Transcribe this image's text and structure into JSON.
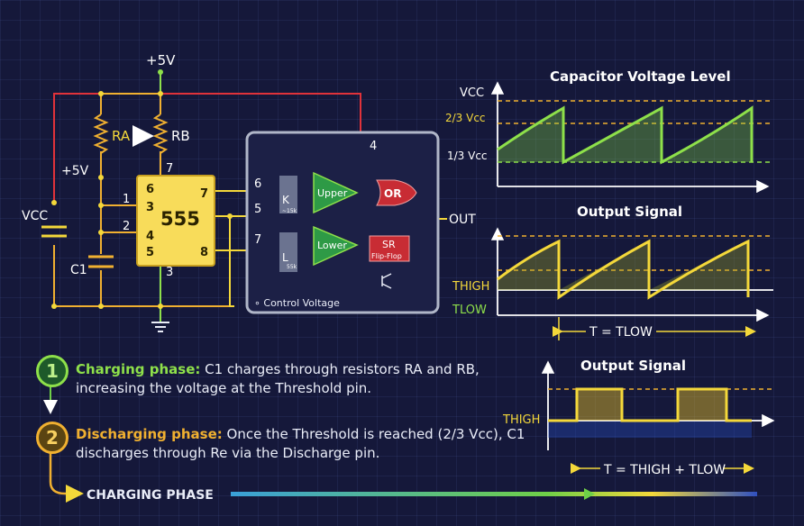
{
  "circuit": {
    "supply_label": "+5V",
    "vcc_left_label": "VCC",
    "plus5_left_label": "+5V",
    "ra_label": "RA",
    "rb_label": "RB",
    "c1_label": "C1",
    "chip_label": "555",
    "pins": {
      "p6": "6",
      "p7": "7",
      "p3": "3",
      "p4": "4",
      "p5": "5",
      "p8": "8",
      "p1": "1",
      "p2": "2",
      "p3b": "3",
      "out6": "6",
      "out5": "5",
      "out7": "7",
      "top4": "4"
    },
    "block": {
      "upper": "Upper",
      "lower": "Lower",
      "or": "OR",
      "sr_line1": "SR",
      "sr_line2": "Flip-Flop",
      "k_label": "K",
      "k_sub": "~15k",
      "l_label": "L",
      "l_sub": "55k",
      "control_voltage": "∘ Control Voltage"
    },
    "out_label": "OUT"
  },
  "graph1": {
    "title": "Capacitor Voltage Level",
    "vcc": "VCC",
    "two_thirds": "2/3 Vcc",
    "one_third": "1/3 Vcc"
  },
  "graph2": {
    "title": "Output Signal",
    "thigh": "THIGH",
    "tlow": "TLOW",
    "period": "T = TLOW"
  },
  "graph3": {
    "title": "Output Signal",
    "thigh": "THIGH",
    "period": "T = THIGH + TLOW"
  },
  "phases": {
    "p1_num": "1",
    "p1_head": "Charging phase:",
    "p1_text": " C1 charges through resistors RA and RB, increasing the voltage at the Threshold pin.",
    "p2_num": "2",
    "p2_head": "Discharging phase:",
    "p2_text": " Once the Threshold is reached (2/3 Vcc), C1 discharges through Re via the Discharge pin.",
    "bottom": "CHARGING PHASE"
  },
  "colors": {
    "green": "#8ee04a",
    "yellow": "#f4d83a",
    "red": "#e0323a",
    "orange": "#f0b030"
  }
}
